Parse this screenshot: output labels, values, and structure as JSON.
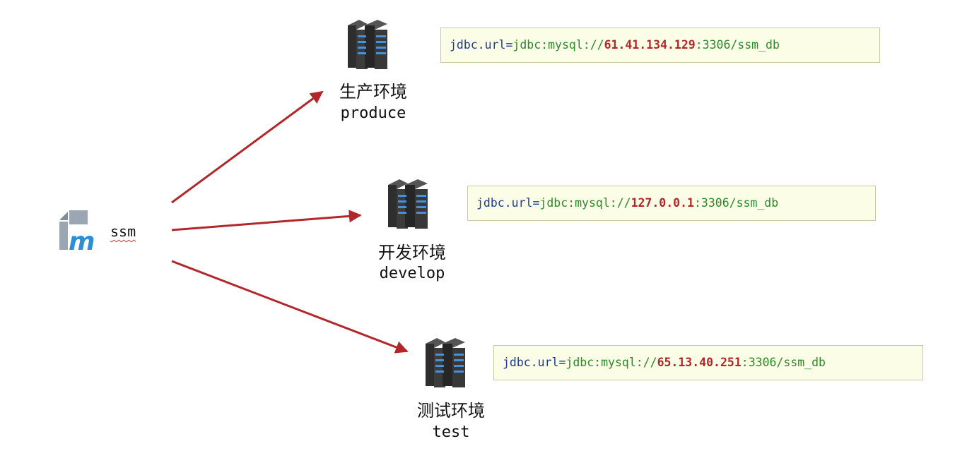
{
  "project": {
    "name": "ssm",
    "icon": "maven-module-icon"
  },
  "environments": [
    {
      "id": "produce",
      "name_cn": "生产环境",
      "name_en": "produce",
      "icon": "server-icon",
      "config": {
        "key": "jdbc.url",
        "eq": "=",
        "prefix": "jdbc:mysql://",
        "ip": "61.41.134.129",
        "suffix": ":3306/ssm_db"
      }
    },
    {
      "id": "develop",
      "name_cn": "开发环境",
      "name_en": "develop",
      "icon": "server-icon",
      "config": {
        "key": "jdbc.url",
        "eq": "=",
        "prefix": "jdbc:mysql://",
        "ip": "127.0.0.1",
        "suffix": ":3306/ssm_db"
      }
    },
    {
      "id": "test",
      "name_cn": "测试环境",
      "name_en": "test",
      "icon": "server-icon",
      "config": {
        "key": "jdbc.url",
        "eq": "=",
        "prefix": "jdbc:mysql://",
        "ip": "65.13.40.251",
        "suffix": ":3306/ssm_db"
      }
    }
  ],
  "colors": {
    "arrow": "#b2282a",
    "config_bg": "#fcfde6",
    "ip": "#b2282a",
    "key": "#1f3a93",
    "value": "#2a8a2a"
  }
}
